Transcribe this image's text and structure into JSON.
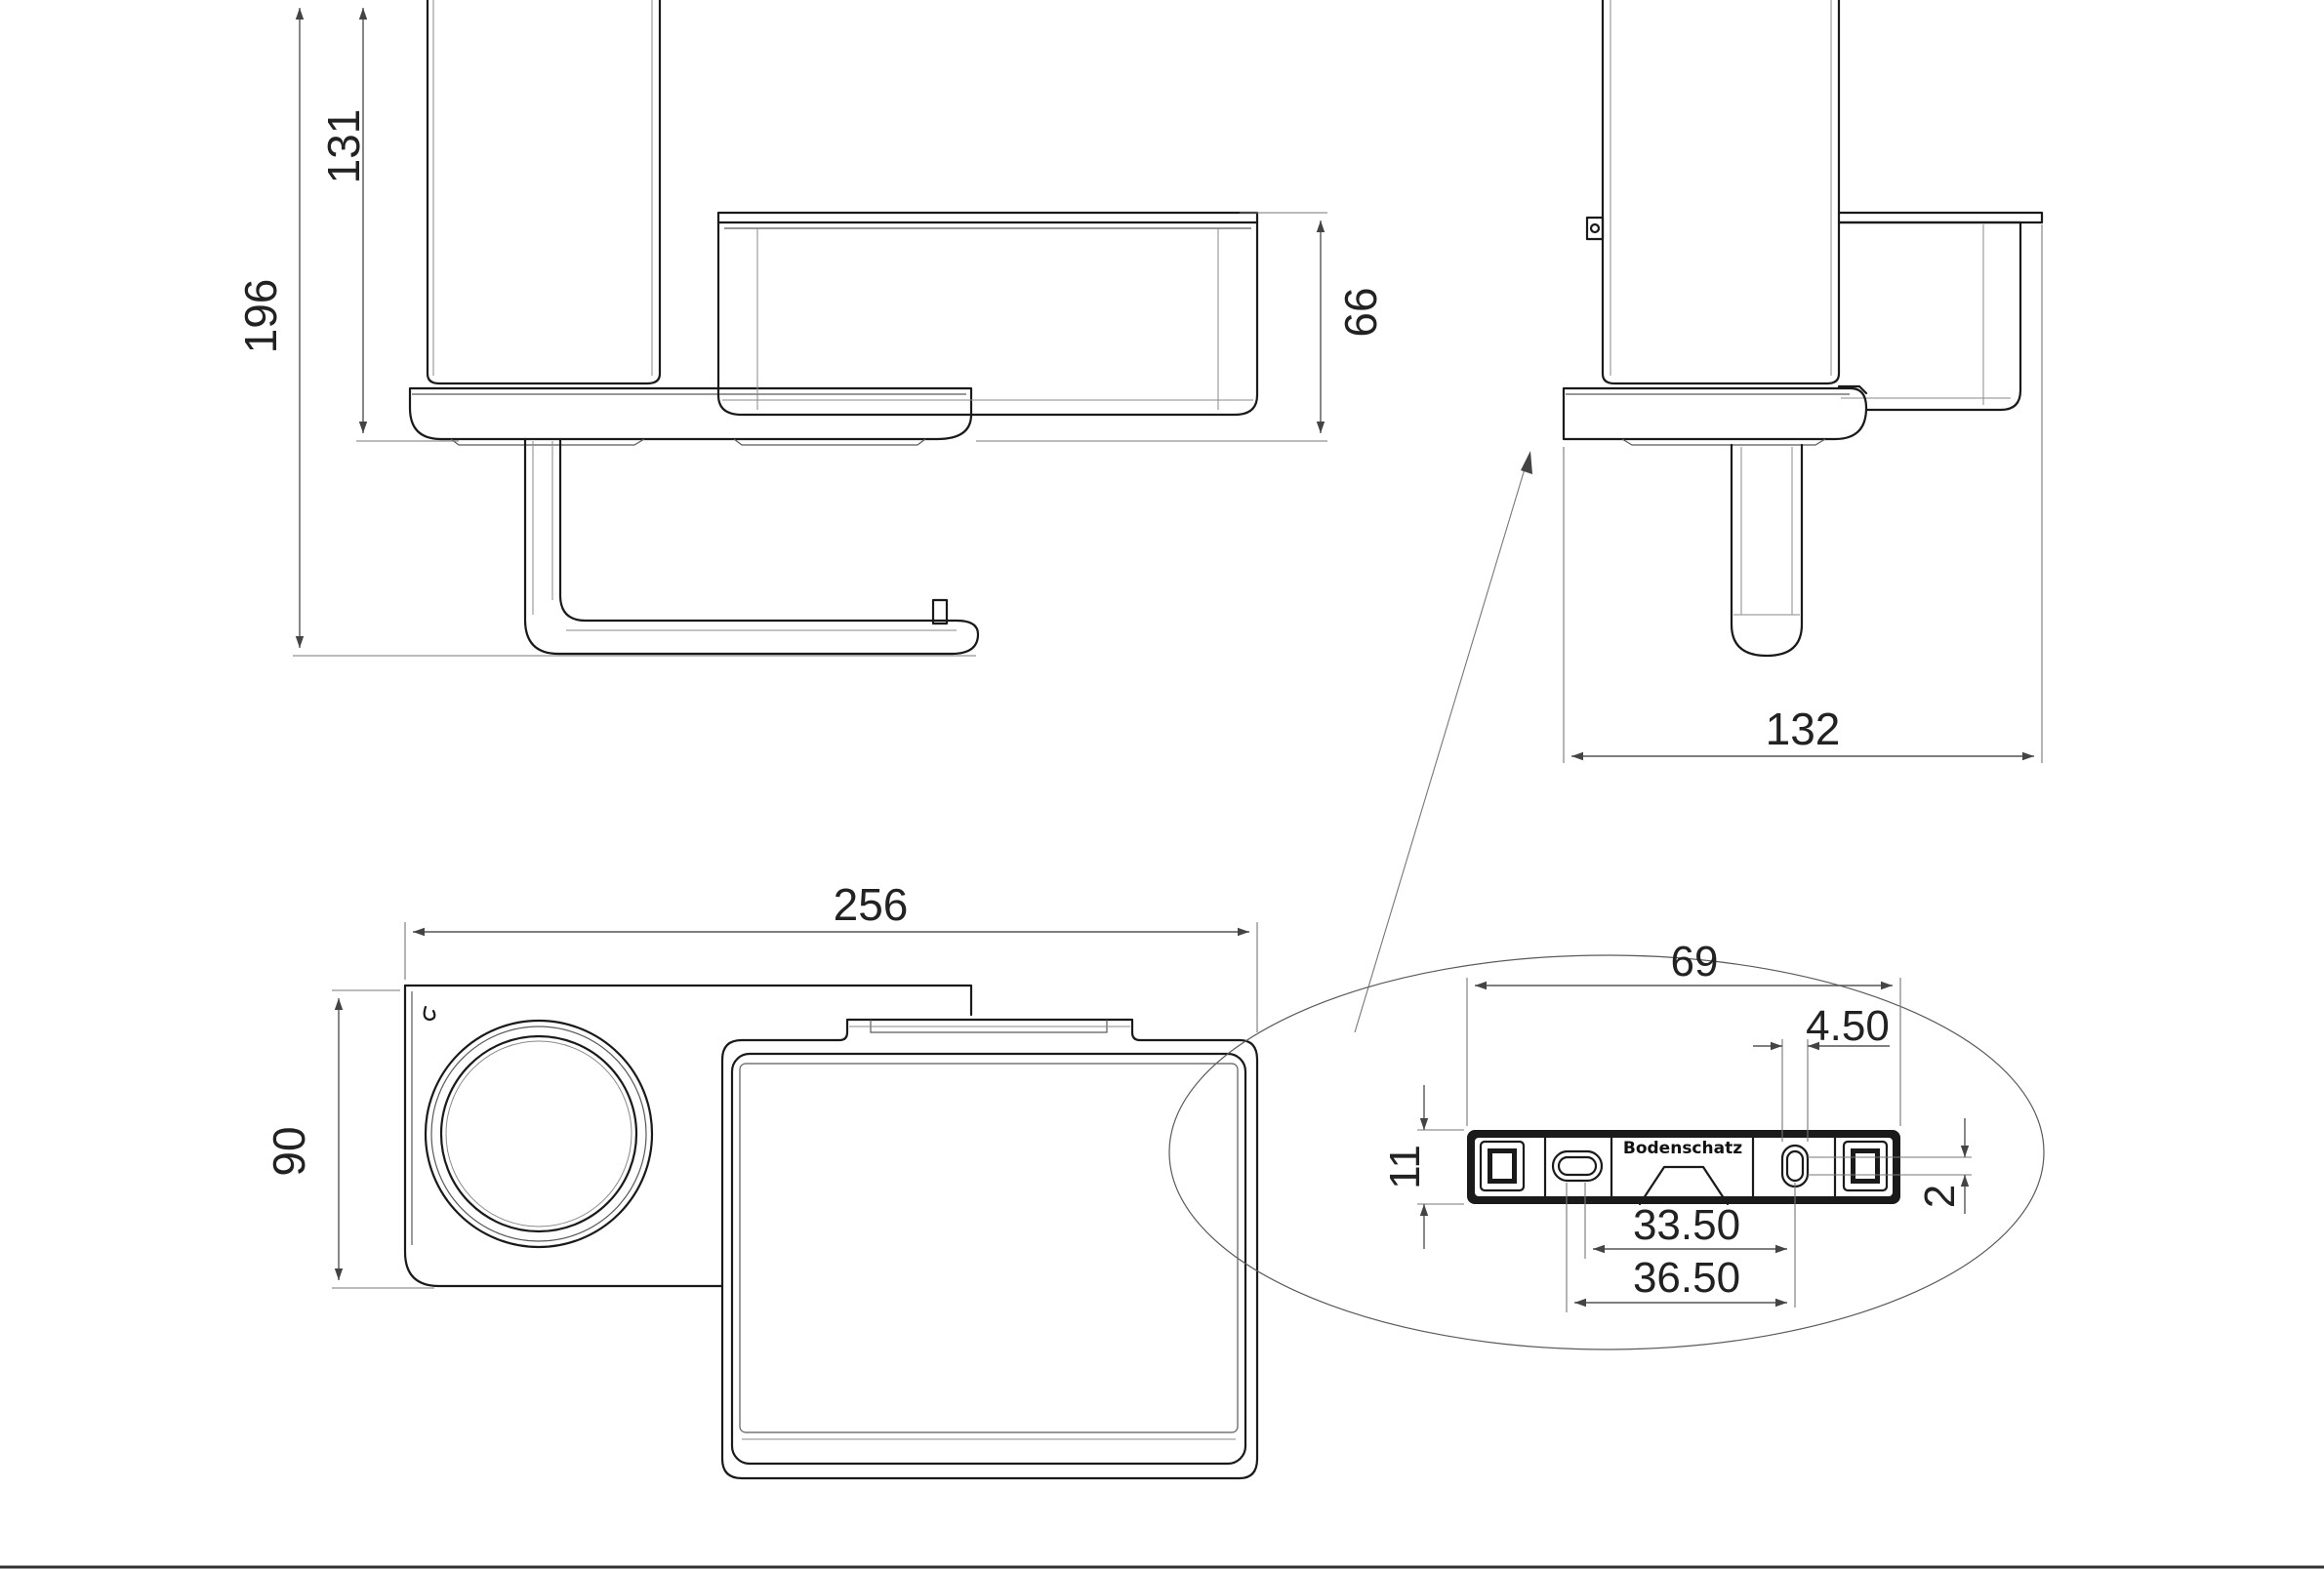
{
  "front_view": {
    "height_total": "196",
    "height_tumbler": "131",
    "height_tray": "66"
  },
  "side_view": {
    "depth": "132"
  },
  "top_view": {
    "width": "256",
    "depth": "90"
  },
  "detail_view": {
    "mount_width": "69",
    "slot_offset": "4.50",
    "mount_height": "11",
    "slot_height": "2",
    "hole_spacing_inner": "33.50",
    "hole_spacing_outer": "36.50",
    "brand_label": "Bodenschatz"
  }
}
